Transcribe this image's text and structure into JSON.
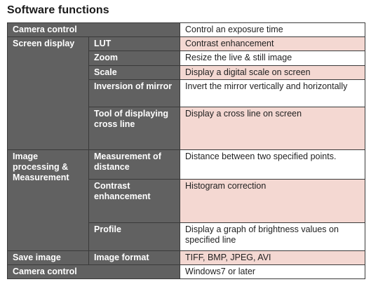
{
  "title": "Software functions",
  "rows": {
    "r0": {
      "cat": "Camera control",
      "desc": "Control an exposure time"
    },
    "r1": {
      "cat": "Screen display",
      "sub": "LUT",
      "desc": "Contrast enhancement"
    },
    "r2": {
      "sub": "Zoom",
      "desc": "Resize the live & still image"
    },
    "r3": {
      "sub": "Scale",
      "desc": "Display a digital scale on screen"
    },
    "r4": {
      "sub": "Inversion of mirror",
      "desc": "Invert the mirror vertically and horizontally"
    },
    "r5": {
      "sub": "Tool of displaying cross line",
      "desc": "Display a cross line on screen"
    },
    "r6": {
      "cat": "Image processing & Measurement",
      "sub": "Measurement of distance",
      "desc": "Distance between two specified points."
    },
    "r7": {
      "sub": "Contrast enhancement",
      "desc": "Histogram correction"
    },
    "r8": {
      "sub": "Profile",
      "desc": "Display a graph of brightness values on specified line"
    },
    "r9": {
      "cat": "Save image",
      "sub": "Image format",
      "desc": "TIFF, BMP, JPEG, AVI"
    },
    "r10": {
      "cat": "Camera control",
      "desc": "Windows7 or later"
    }
  },
  "colors": {
    "header_bg": "#616161",
    "highlight_bg": "#f4d8d2",
    "border": "#3a3a3a"
  }
}
